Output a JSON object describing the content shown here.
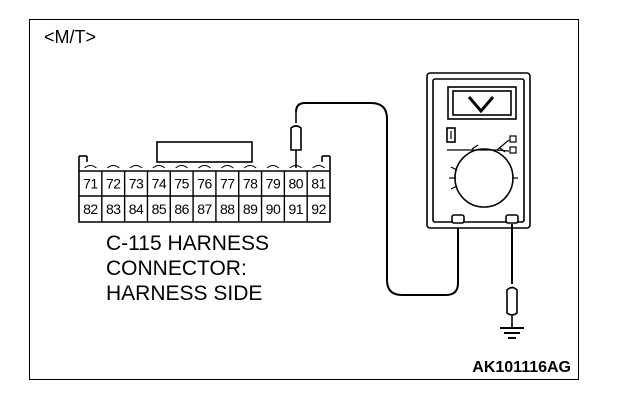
{
  "variant_label": "<M/T>",
  "connector": {
    "top_row": [
      "71",
      "72",
      "73",
      "74",
      "75",
      "76",
      "77",
      "78",
      "79",
      "80",
      "81"
    ],
    "bottom_row": [
      "82",
      "83",
      "84",
      "85",
      "86",
      "87",
      "88",
      "89",
      "90",
      "91",
      "92"
    ],
    "caption": [
      "C-115 HARNESS",
      "CONNECTOR:",
      "HARNESS SIDE"
    ],
    "probed_pin": "80"
  },
  "meter": {
    "mode": "voltage",
    "icon": "voltage-v-icon"
  },
  "ground": {
    "icon": "ground-symbol-icon"
  },
  "figure_code": "AK101116AG"
}
